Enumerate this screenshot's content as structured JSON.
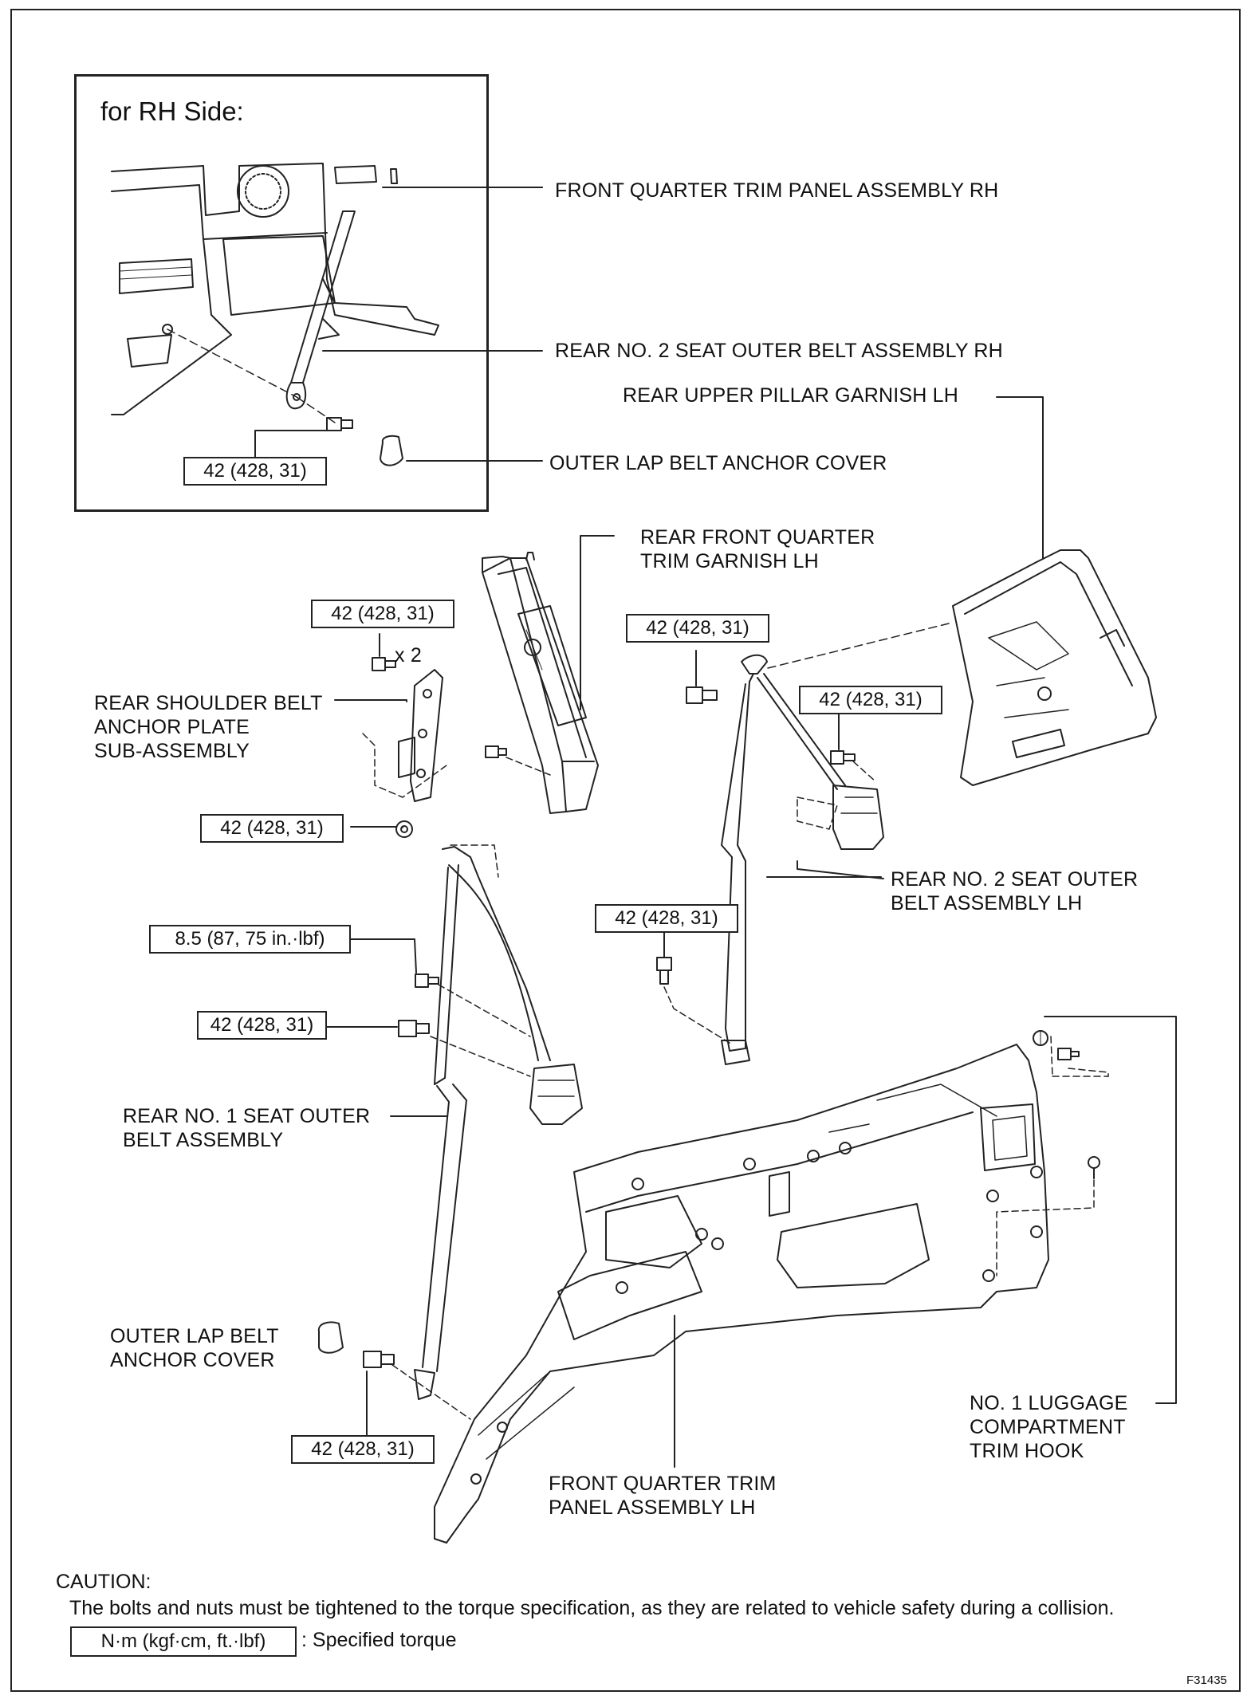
{
  "inset": {
    "title": "for RH Side:"
  },
  "labels": {
    "front_quarter_trim_panel_rh": "FRONT QUARTER TRIM PANEL ASSEMBLY RH",
    "rear_no2_seat_outer_belt_rh": "REAR NO. 2 SEAT OUTER BELT ASSEMBLY RH",
    "rear_upper_pillar_garnish_lh": "REAR UPPER PILLAR GARNISH LH",
    "outer_lap_belt_anchor_cover_rh": "OUTER LAP BELT ANCHOR COVER",
    "rear_front_quarter_trim_garnish_lh": "REAR FRONT QUARTER\nTRIM GARNISH LH",
    "rear_shoulder_belt_anchor_plate": "REAR SHOULDER BELT\nANCHOR PLATE\nSUB-ASSEMBLY",
    "multiplier": "x 2",
    "rear_no2_seat_outer_belt_lh": "REAR NO. 2 SEAT OUTER\nBELT ASSEMBLY LH",
    "rear_no1_seat_outer_belt": "REAR NO. 1 SEAT OUTER\nBELT ASSEMBLY",
    "outer_lap_belt_anchor_cover_lh": "OUTER LAP BELT\nANCHOR COVER",
    "no1_luggage_compartment_trim_hook": "NO. 1 LUGGAGE\nCOMPARTMENT\nTRIM HOOK",
    "front_quarter_trim_panel_lh": "FRONT QUARTER TRIM\nPANEL ASSEMBLY LH"
  },
  "torque": {
    "t42": "42 (428, 31)",
    "t85": "8.5 (87, 75 in.·lbf)"
  },
  "caution": {
    "title": "CAUTION:",
    "text": "The bolts and nuts must be tightened to the torque specification, as they are related to vehicle safety during a collision."
  },
  "legend": {
    "unit": "N·m (kgf·cm, ft.·lbf)",
    "meaning": ": Specified torque"
  },
  "figure_id": "F31435"
}
